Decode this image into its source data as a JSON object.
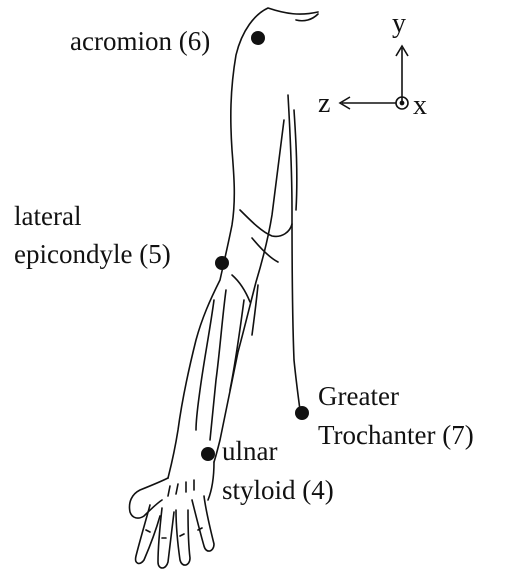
{
  "labels": {
    "acromion": "acromion (6)",
    "lateral_line1": "lateral",
    "lateral_line2": "epicondyle (5)",
    "trochanter_line1": "Greater",
    "trochanter_line2": "Trochanter (7)",
    "ulnar_line1": "ulnar",
    "ulnar_line2": "styloid (4)"
  },
  "axes": {
    "y": "y",
    "z": "z",
    "x": "x"
  },
  "colors": {
    "ink": "#111111",
    "background": "#ffffff"
  }
}
